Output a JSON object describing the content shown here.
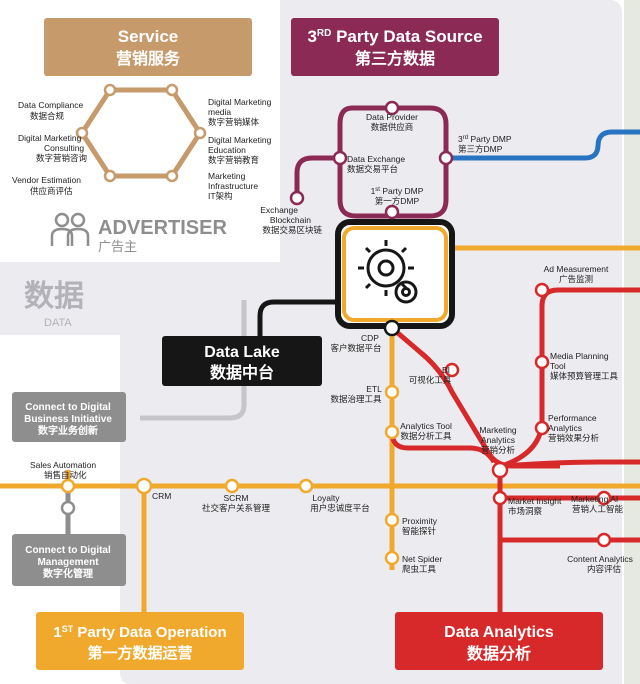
{
  "service": {
    "title_en": "Service",
    "title_cn": "营销服务",
    "left_items": [
      {
        "en": "Data Compliance",
        "cn": "数据合规"
      },
      {
        "en": "Digital Marketing",
        "en2": "Consulting",
        "cn": "数字营销咨询"
      },
      {
        "en": "Vendor Estimation",
        "cn": "供应商评估"
      }
    ],
    "right_items": [
      {
        "en": "Digital Marketing",
        "en2": "media",
        "cn": "数字营销媒体"
      },
      {
        "en": "Digital Marketing",
        "en2": "Education",
        "cn": "数字营销教育"
      },
      {
        "en": "Marketing",
        "en2": "Infrastructure",
        "cn": "IT架构"
      }
    ]
  },
  "advertiser": {
    "en": "ADVERTISER",
    "cn": "广告主"
  },
  "data_label": {
    "cn": "数据",
    "en": "DATA"
  },
  "third_party": {
    "title_pre": "3",
    "title_sup": "RD",
    "title_rest": " Party Data Source",
    "title_cn": "第三方数据",
    "provider": {
      "en": "Data Provider",
      "cn": "数据供应商"
    },
    "exchange": {
      "en": "Data Exchange",
      "cn": "数据交易平台"
    },
    "first_dmp": {
      "pre": "1",
      "sup": "st",
      "rest": " Party DMP",
      "cn": "第一方DMP"
    },
    "third_dmp": {
      "pre": "3",
      "sup": "rd",
      "rest": " Party DMP",
      "cn": "第三方DMP"
    },
    "blockchain": {
      "en": "Exchange",
      "en2": "Blockchain",
      "cn": "数据交易区块链"
    }
  },
  "data_lake": {
    "en": "Data Lake",
    "cn": "数据中台"
  },
  "cdp": {
    "en": "CDP",
    "cn": "客户数据平台"
  },
  "etl": {
    "en": "ETL",
    "cn": "数据治理工具"
  },
  "bi": {
    "en": "BI",
    "cn": "可视化工具"
  },
  "analytics_tool": {
    "en": "Analytics Tool",
    "cn": "数据分析工具"
  },
  "marketing_analytics": {
    "en": "Marketing",
    "en2": "Analytics",
    "cn": "营销分析"
  },
  "ad_measurement": {
    "en": "Ad Measurement",
    "cn": "广告监测"
  },
  "media_planning": {
    "en": "Media Planning",
    "en2": "Tool",
    "cn": "媒体预算管理工具"
  },
  "performance": {
    "en": "Performance",
    "en2": "Analytics",
    "cn": "营销效果分析"
  },
  "market_insight": {
    "en": "Market Insight",
    "cn": "市场洞察"
  },
  "marketing_ai": {
    "en": "Marketing AI",
    "cn": "营销人工智能"
  },
  "content_analytics": {
    "en": "Content Analytics",
    "cn": "内容评估"
  },
  "proximity": {
    "en": "Proximity",
    "cn": "智能探针"
  },
  "net_spider": {
    "en": "Net Spider",
    "cn": "爬虫工具"
  },
  "connect_dbi": {
    "en": "Connect to Digital",
    "en2": "Business Initiative",
    "cn": "数字业务创新"
  },
  "connect_dm": {
    "en": "Connect to Digital",
    "en2": "Management",
    "cn": "数字化管理"
  },
  "sales_automation": {
    "en": "Sales Automation",
    "cn": "销售自动化"
  },
  "crm": {
    "en": "CRM"
  },
  "scrm": {
    "en": "SCRM",
    "cn": "社交客户关系管理"
  },
  "loyalty": {
    "en": "Loyalty",
    "cn": "用户忠诚度平台"
  },
  "first_party": {
    "title_pre": "1",
    "title_sup": "ST",
    "title_rest": " Party Data Operation",
    "title_cn": "第一方数据运营"
  },
  "data_analytics": {
    "title_en": "Data Analytics",
    "title_cn": "数据分析"
  },
  "colors": {
    "tan": "#c79a6b",
    "plum": "#8b2a55",
    "orange": "#f0a92c",
    "red": "#d7282a",
    "blue": "#2873c2",
    "grey": "#8e8e8e",
    "dark": "#161616",
    "area": "#ececf0"
  }
}
